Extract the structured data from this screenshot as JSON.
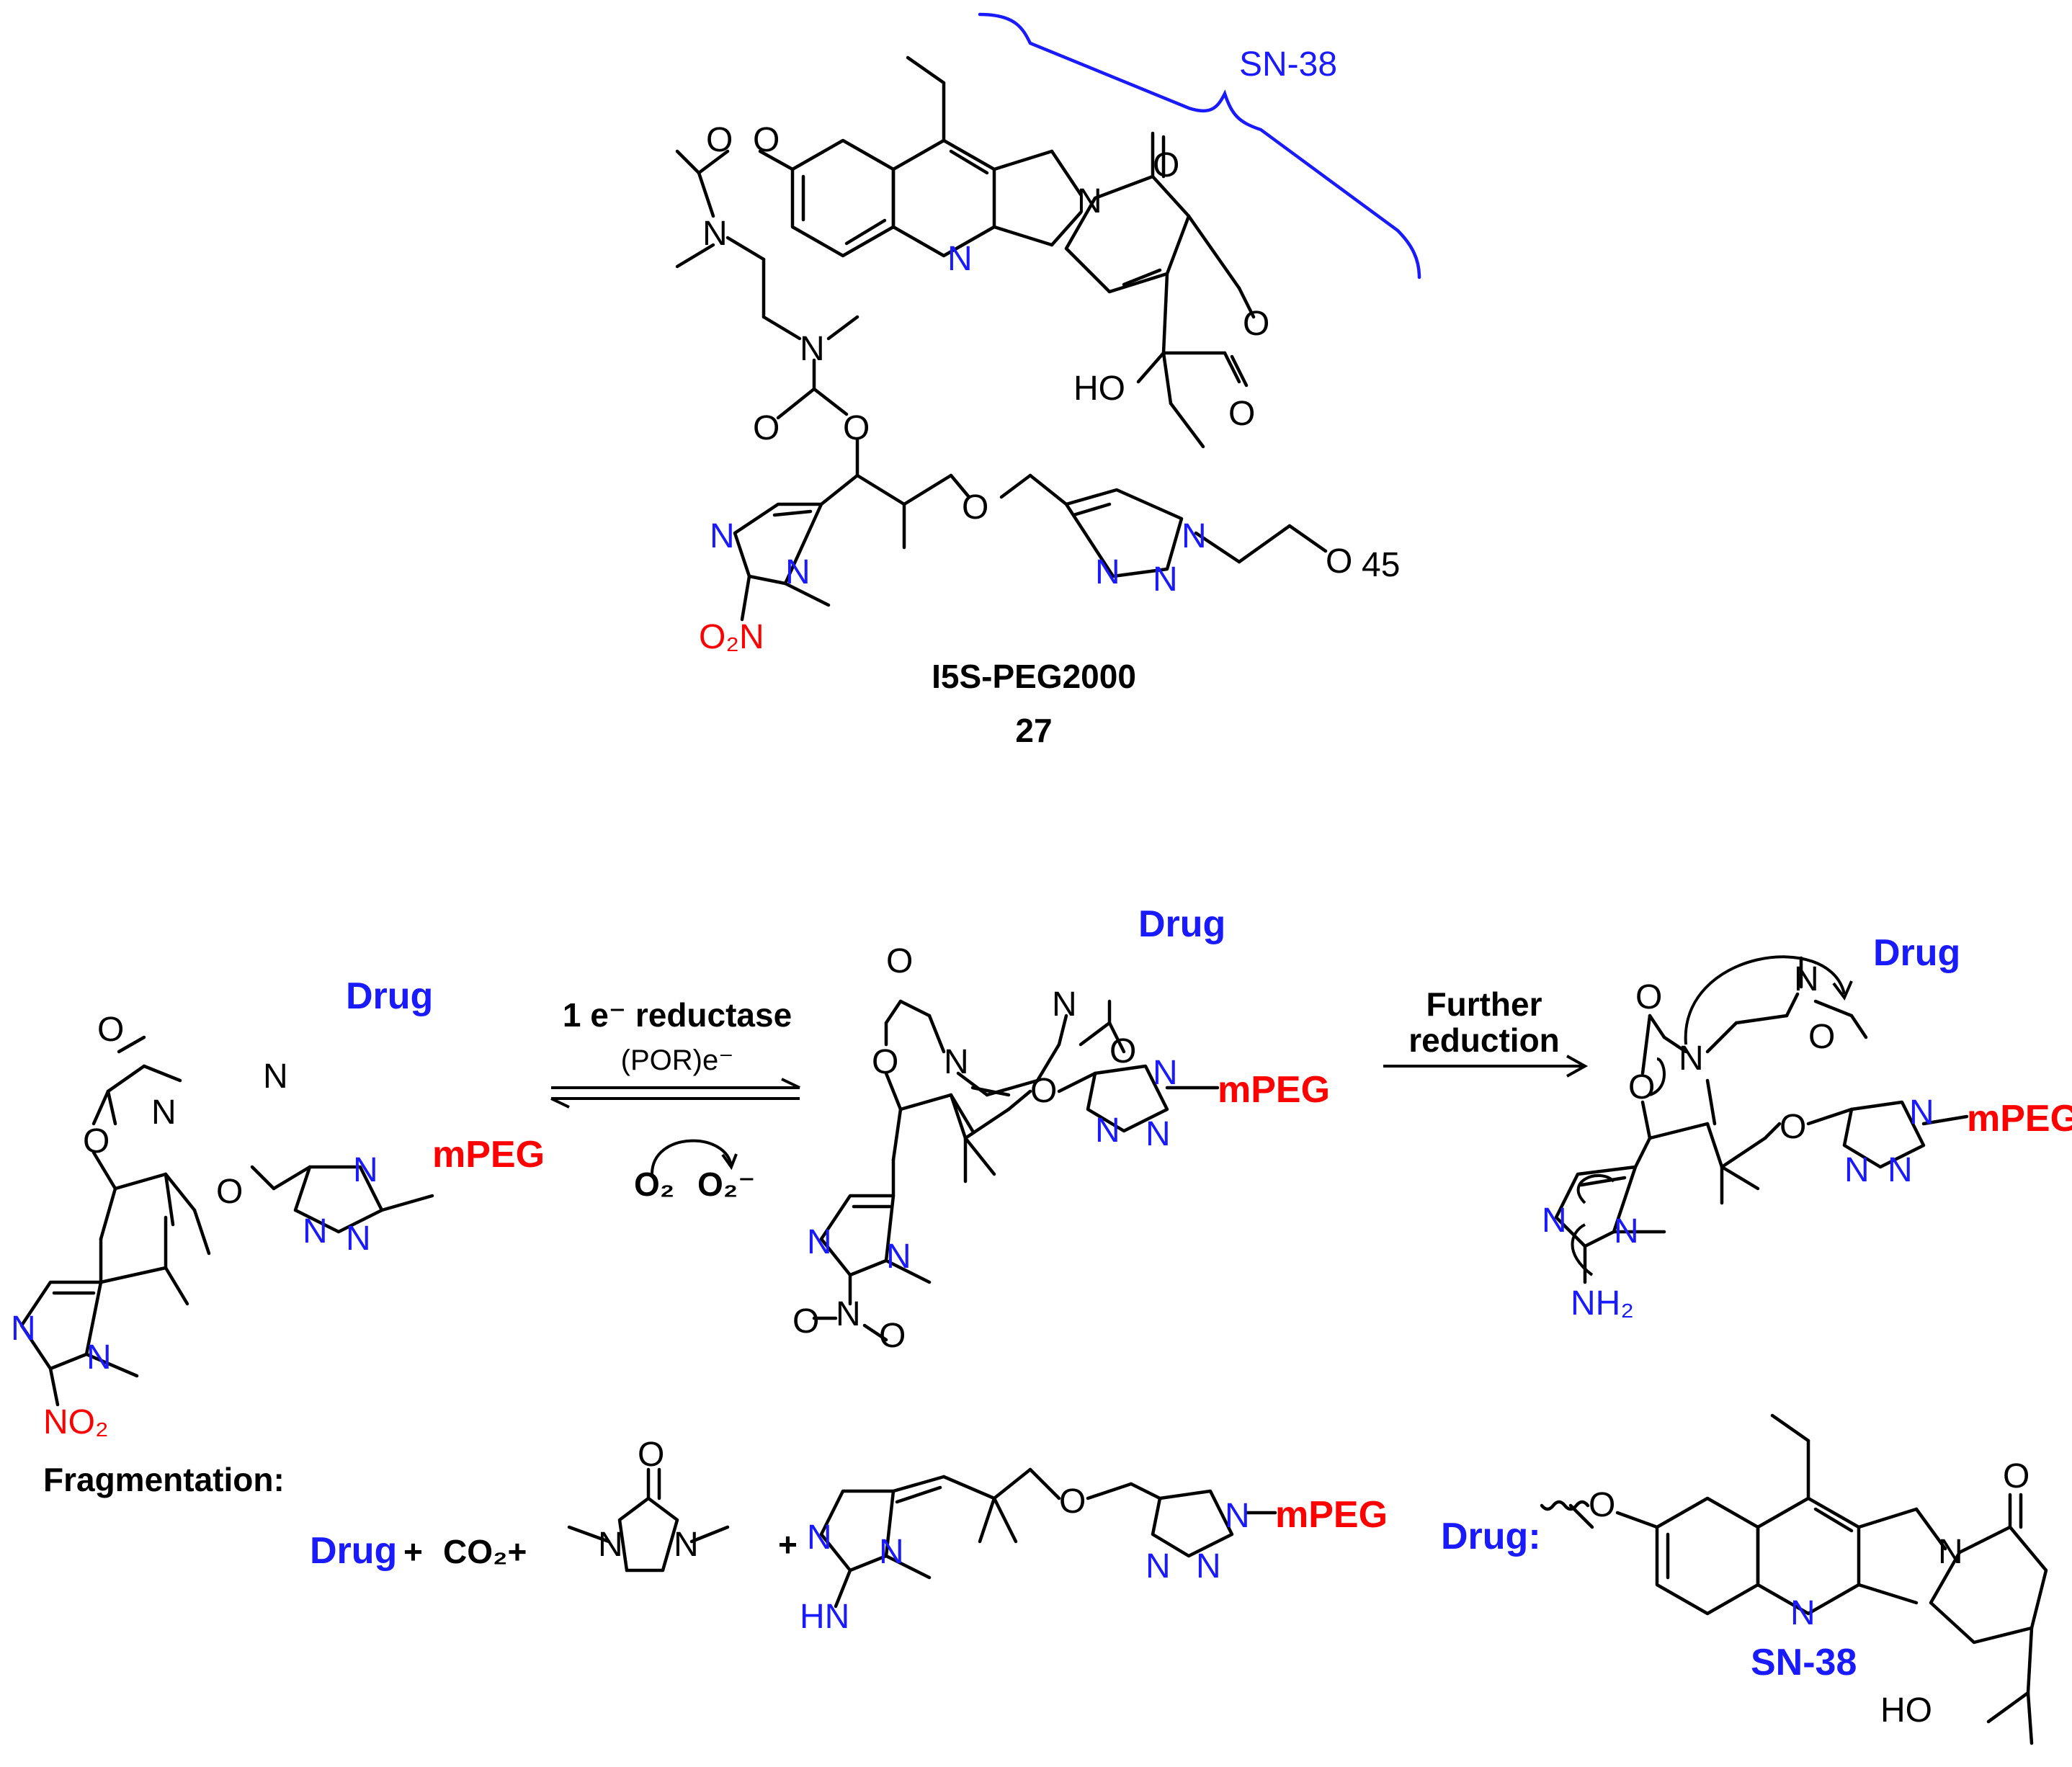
{
  "compound": {
    "name": "I5S-PEG2000",
    "number": "27",
    "bracket_label": "SN-38",
    "peg_repeat": "45"
  },
  "atoms": {
    "O": "O",
    "N": "N",
    "HO": "HO",
    "O2N": "O₂N",
    "NO2": "NO₂",
    "NH2": "NH₂",
    "HN": "HN"
  },
  "labels": {
    "drug": "Drug",
    "mpeg": "mPEG",
    "drug_colon": "Drug:",
    "sn38": "SN-38"
  },
  "step1": {
    "line1": "1 e⁻ reductase",
    "line2": "(POR)e⁻",
    "o2": "O₂",
    "o2_radical": "O₂⁻"
  },
  "step2": {
    "line1": "Further",
    "line2": "reduction"
  },
  "fragmentation": {
    "title": "Fragmentation:",
    "drug": "Drug",
    "plus": "+",
    "co2": "CO₂+",
    "plus2": "+",
    "mpeg": "mPEG"
  }
}
